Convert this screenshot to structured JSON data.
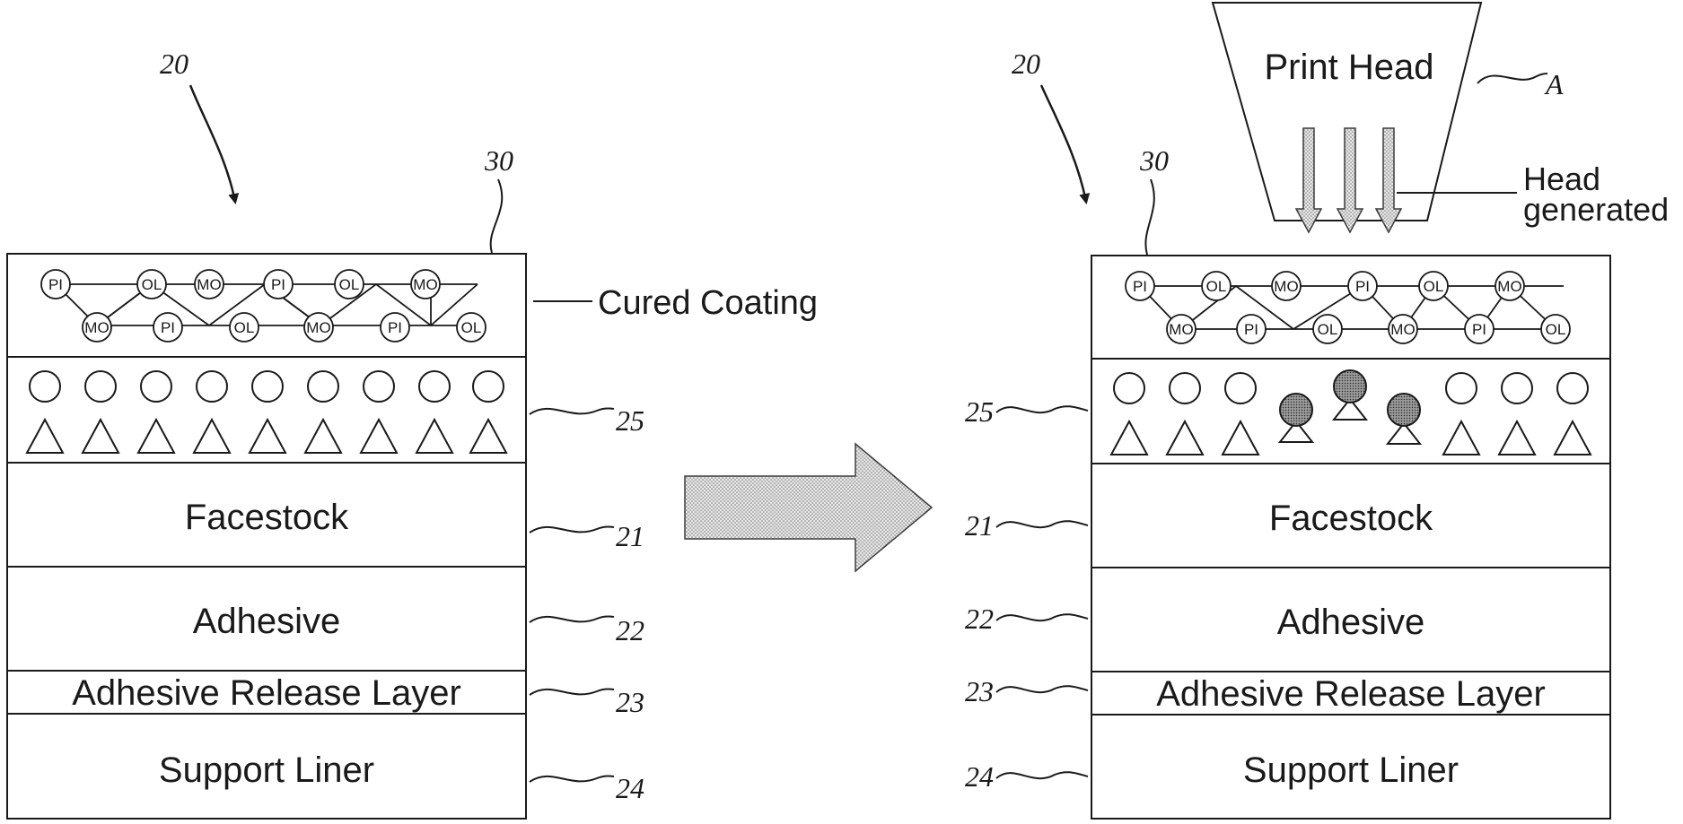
{
  "figure": {
    "left": {
      "ref_assembly": "20",
      "ref_coating": "30",
      "cured_coating_label": "Cured Coating",
      "layers": {
        "facestock": "Facestock",
        "adhesive": "Adhesive",
        "release": "Adhesive Release Layer",
        "liner": "Support Liner"
      },
      "refs": {
        "particles": "25",
        "facestock": "21",
        "adhesive": "22",
        "release": "23",
        "liner": "24"
      },
      "coating_nodes_top": [
        "PI",
        "OL",
        "MO",
        "PI",
        "OL",
        "MO"
      ],
      "coating_nodes_bottom": [
        "MO",
        "PI",
        "OL",
        "MO",
        "PI",
        "OL"
      ]
    },
    "right": {
      "ref_assembly": "20",
      "ref_coating": "30",
      "print_head_label": "Print Head",
      "print_head_ref": "A",
      "heat_label_line1": "Head",
      "heat_label_line2": "generated",
      "layers": {
        "facestock": "Facestock",
        "adhesive": "Adhesive",
        "release": "Adhesive Release Layer",
        "liner": "Support Liner"
      },
      "refs": {
        "particles": "25",
        "facestock": "21",
        "adhesive": "22",
        "release": "23",
        "liner": "24"
      },
      "coating_nodes_top": [
        "PI",
        "OL",
        "MO",
        "PI",
        "OL",
        "MO"
      ],
      "coating_nodes_bottom": [
        "MO",
        "PI",
        "OL",
        "MO",
        "PI",
        "OL"
      ]
    }
  },
  "colors": {
    "ink": "#1a1a1a",
    "arrow_fill": "#d8d8d8",
    "reacted_particle": "#8c8c8c"
  }
}
